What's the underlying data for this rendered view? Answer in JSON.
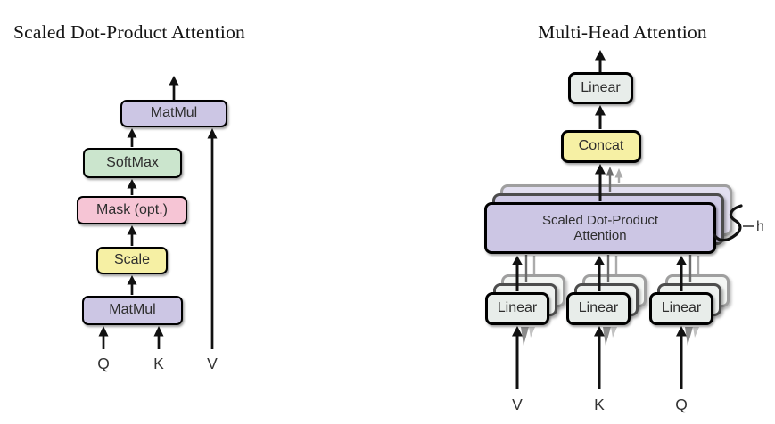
{
  "colors": {
    "bg": "#ffffff",
    "border": "#000000",
    "purple": "#ccc6e4",
    "green": "#cbe5cd",
    "pink": "#f6c5d5",
    "yellow": "#f6f0a4",
    "gray_green": "#e8edea",
    "arrow_black": "#111111",
    "arrow_gray_dark": "#6b6b6b",
    "arrow_gray_light": "#ababab"
  },
  "left": {
    "title": "Scaled Dot-Product Attention",
    "blocks": {
      "matmul_top": "MatMul",
      "softmax": "SoftMax",
      "mask": "Mask (opt.)",
      "scale": "Scale",
      "matmul_bottom": "MatMul"
    },
    "inputs": {
      "q": "Q",
      "k": "K",
      "v": "V"
    }
  },
  "right": {
    "title": "Multi-Head Attention",
    "blocks": {
      "linear_out": "Linear",
      "concat": "Concat",
      "attention_line1": "Scaled Dot-Product",
      "attention_line2": "Attention",
      "linear_v": "Linear",
      "linear_k": "Linear",
      "linear_q": "Linear"
    },
    "heads_label": "h",
    "inputs": {
      "v": "V",
      "k": "K",
      "q": "Q"
    }
  }
}
